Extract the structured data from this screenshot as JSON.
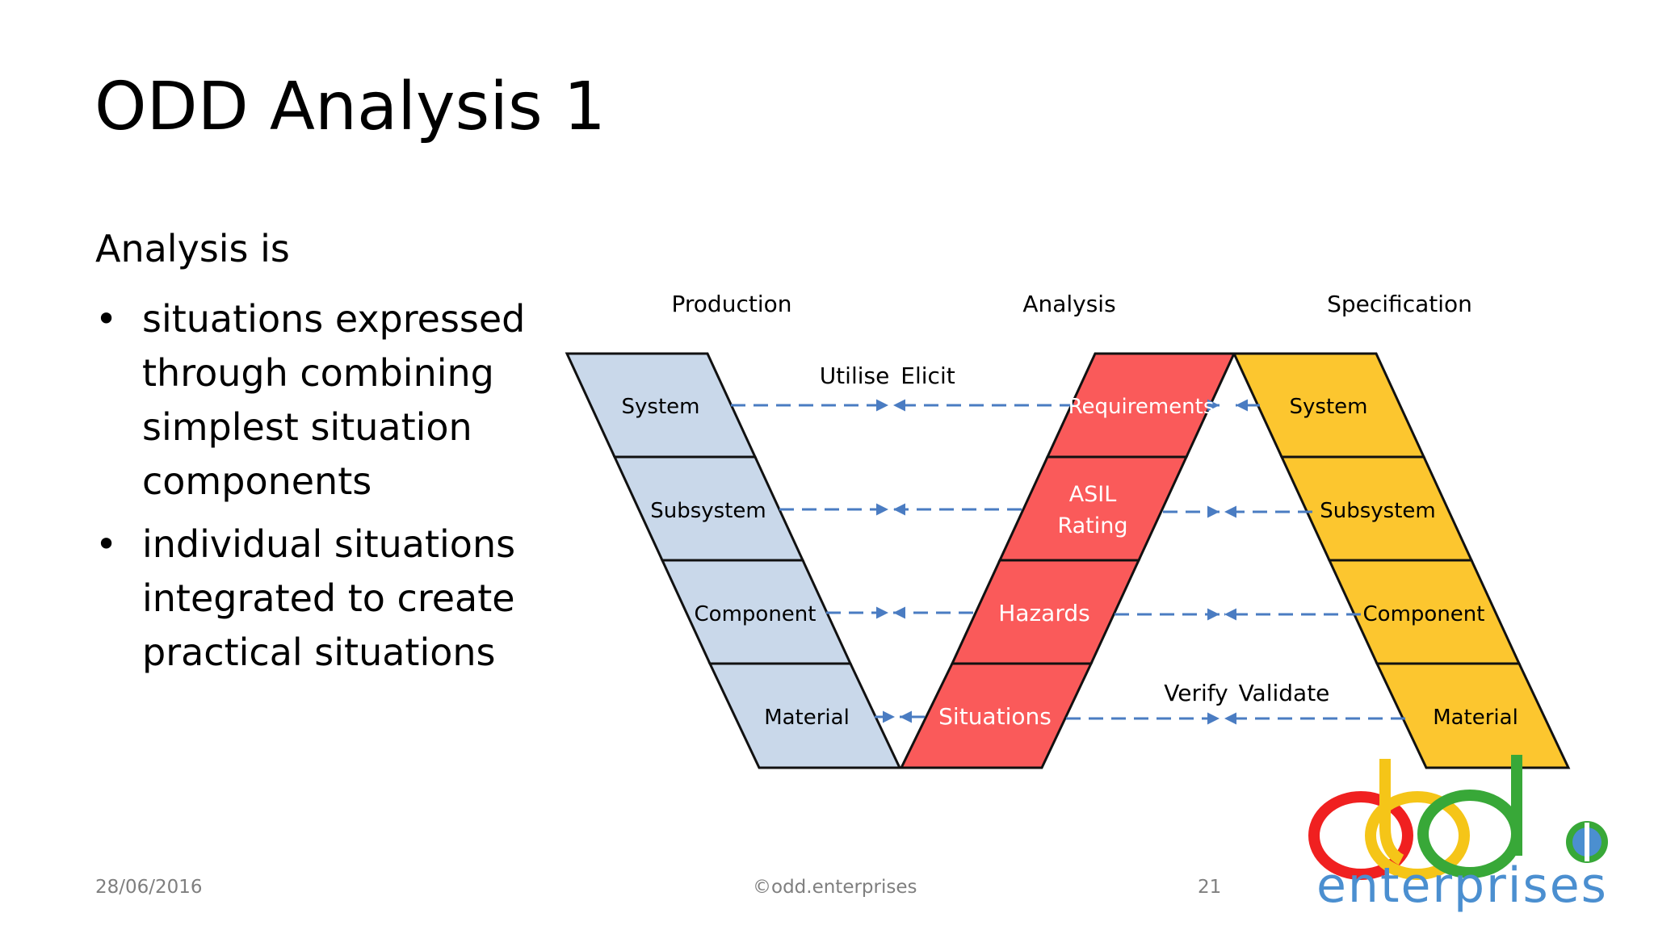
{
  "slide": {
    "title": "ODD Analysis 1",
    "intro": "Analysis is",
    "bullets": [
      {
        "lines": [
          "situations expressed",
          "through combining",
          "simplest situation",
          "components"
        ]
      },
      {
        "lines": [
          "individual situations",
          "integrated to create",
          "practical situations"
        ]
      }
    ],
    "bullet_glyph": "•"
  },
  "diagram": {
    "headers": {
      "production": "Production",
      "analysis": "Analysis",
      "specification": "Specification"
    },
    "production_levels": [
      "System",
      "Subsystem",
      "Component",
      "Material"
    ],
    "analysis_levels": [
      "Requirements",
      "ASIL Rating",
      "Hazards",
      "Situations"
    ],
    "analysis_asil_lines": [
      "ASIL",
      "Rating"
    ],
    "specification_levels": [
      "System",
      "Subsystem",
      "Component",
      "Material"
    ],
    "arrow_labels": {
      "utilise": "Utilise",
      "elicit": "Elicit",
      "verify": "Verify",
      "validate": "Validate"
    },
    "colors": {
      "production": "#c9d8ea",
      "analysis": "#fa5a5a",
      "specification": "#fcc62f",
      "arrows": "#4a7cc2",
      "outline": "#111111"
    }
  },
  "footer": {
    "date": "28/06/2016",
    "copyright": "©odd.enterprises",
    "page": "21"
  },
  "logo": {
    "wordmark": "enterprises",
    "colors": {
      "red": "#f02020",
      "yellow": "#f5c518",
      "green": "#38a838",
      "blue": "#4b8fd0"
    }
  }
}
